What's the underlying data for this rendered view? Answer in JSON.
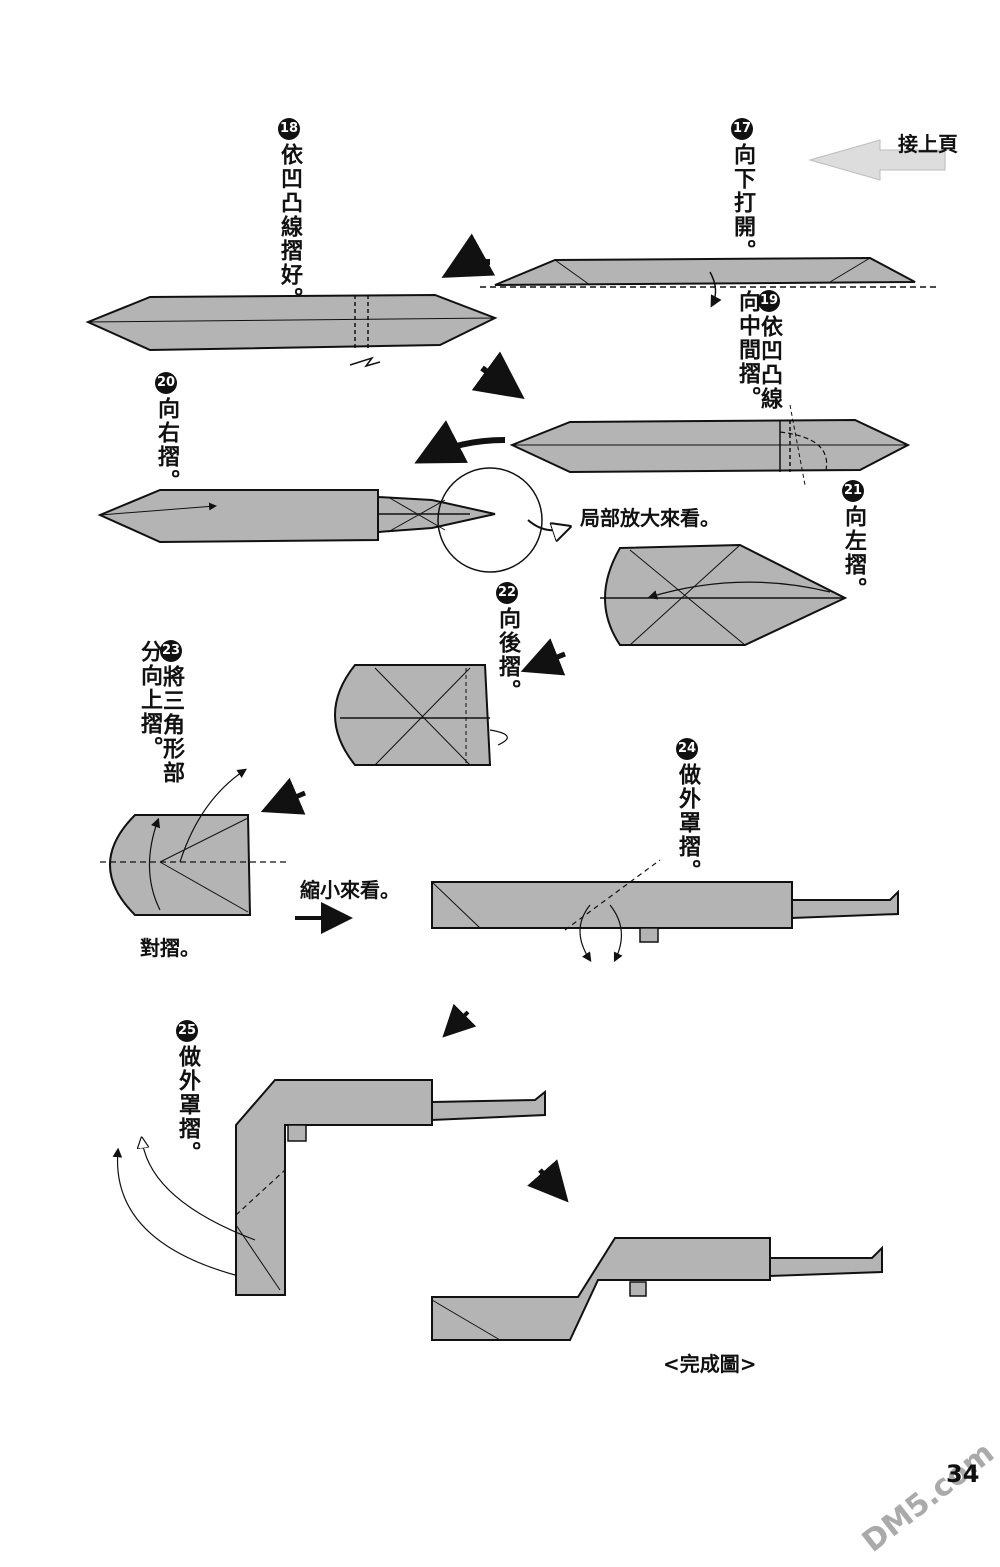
{
  "header": {
    "continue_label": "接上頁"
  },
  "steps": [
    {
      "num": "17",
      "text": "向下打開。"
    },
    {
      "num": "18",
      "text": "依凹凸線摺好。"
    },
    {
      "num": "19",
      "text": "依凹凸線向中間摺。"
    },
    {
      "num": "20",
      "text": "向右摺。"
    },
    {
      "num": "21",
      "text": "向左摺。"
    },
    {
      "num": "22",
      "text": "向後摺。"
    },
    {
      "num": "23",
      "text": "將三角形部分向上摺。"
    },
    {
      "num": "24",
      "text": "做外罩摺。"
    },
    {
      "num": "25",
      "text": "做外罩摺。"
    }
  ],
  "notes": {
    "zoom_in": "局部放大來看。",
    "zoom_out": "縮小來看。",
    "align_fold": "對摺。",
    "finished": "<完成圖>"
  },
  "page_number": "34",
  "watermark": "DM5.com",
  "colors": {
    "paper": "#b4b4b4",
    "outline": "#111111",
    "background": "#ffffff"
  }
}
